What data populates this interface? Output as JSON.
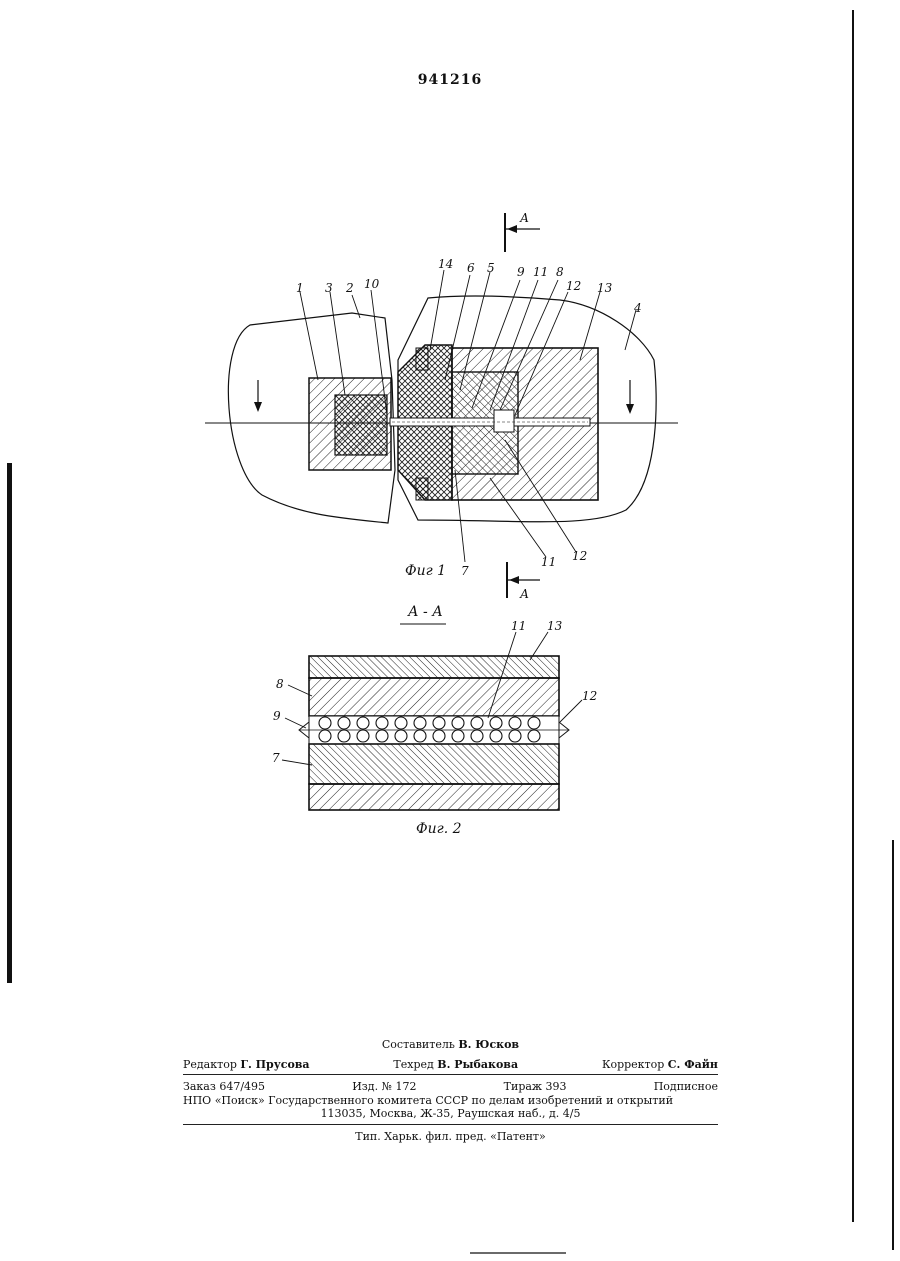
{
  "header": {
    "doc_number": "941216"
  },
  "figure1": {
    "caption": "Фиг 1",
    "section_mark": "А",
    "labels": [
      "1",
      "3",
      "2",
      "10",
      "14",
      "6",
      "5",
      "9",
      "11",
      "8",
      "12",
      "13",
      "4",
      "7",
      "11",
      "12"
    ]
  },
  "figure2": {
    "caption": "Фиг. 2",
    "section_title": "А - А",
    "labels": [
      "11",
      "13",
      "8",
      "12",
      "9",
      "7"
    ]
  },
  "credits": {
    "composer_label": "Составитель",
    "composer_name": "В. Юсков",
    "editor_label": "Редактор",
    "editor_name": "Г. Прусова",
    "techred_label": "Техред",
    "techred_name": "В. Рыбакова",
    "corrector_label": "Корректор",
    "corrector_name": "С. Файн",
    "order": "Заказ 647/495",
    "izd": "Изд. № 172",
    "tirazh": "Тираж 393",
    "subscr": "Подписное",
    "org": "НПО «Поиск» Государственного комитета СССР по делам изобретений и открытий",
    "address": "113035, Москва, Ж-35, Раушская наб., д. 4/5",
    "printer": "Тип. Харьк. фил. пред. «Патент»"
  }
}
